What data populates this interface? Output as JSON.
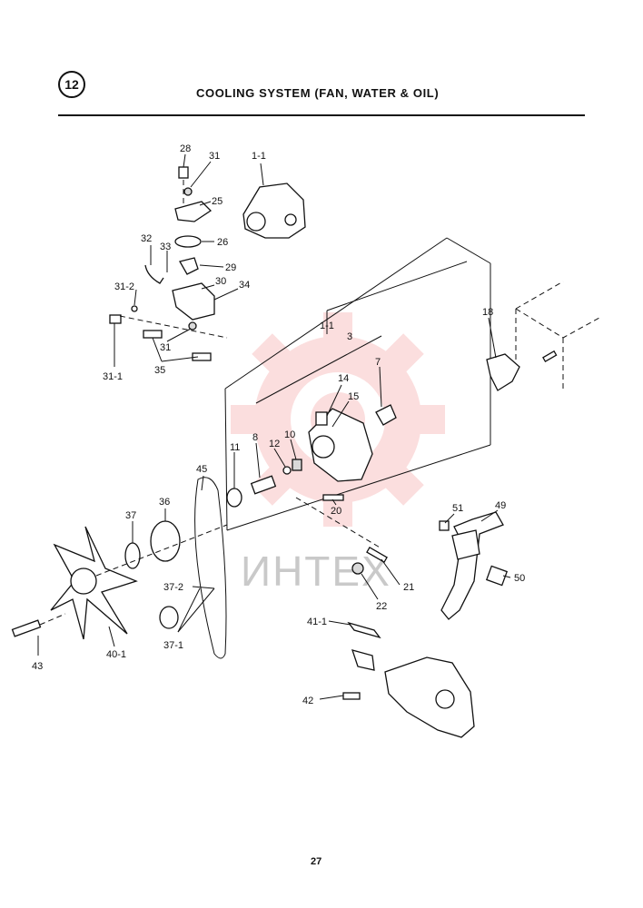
{
  "page": {
    "section_number": "12",
    "title": "COOLING SYSTEM (FAN, WATER & OIL)",
    "page_number": "27"
  },
  "watermark": {
    "text": "ИНТЕХ",
    "color": "#f4a3a3"
  },
  "labels": {
    "p28": "28",
    "p31a": "31",
    "p1_1a": "1-1",
    "p25": "25",
    "p26": "26",
    "p32": "32",
    "p33": "33",
    "p29": "29",
    "p31_2": "31-2",
    "p30": "30",
    "p34": "34",
    "p31b": "31",
    "p35": "35",
    "p31_1": "31-1",
    "p1_1b": "1-1",
    "p3": "3",
    "p7": "7",
    "p18": "18",
    "p14": "14",
    "p15": "15",
    "p11": "11",
    "p8": "8",
    "p12": "12",
    "p10": "10",
    "p45": "45",
    "p20": "20",
    "p36": "36",
    "p37": "37",
    "p51": "51",
    "p49": "49",
    "p50": "50",
    "p37_2": "37-2",
    "p21": "21",
    "p22": "22",
    "p37_1": "37-1",
    "p41_1": "41-1",
    "p43": "43",
    "p40_1": "40-1",
    "p42": "42"
  }
}
